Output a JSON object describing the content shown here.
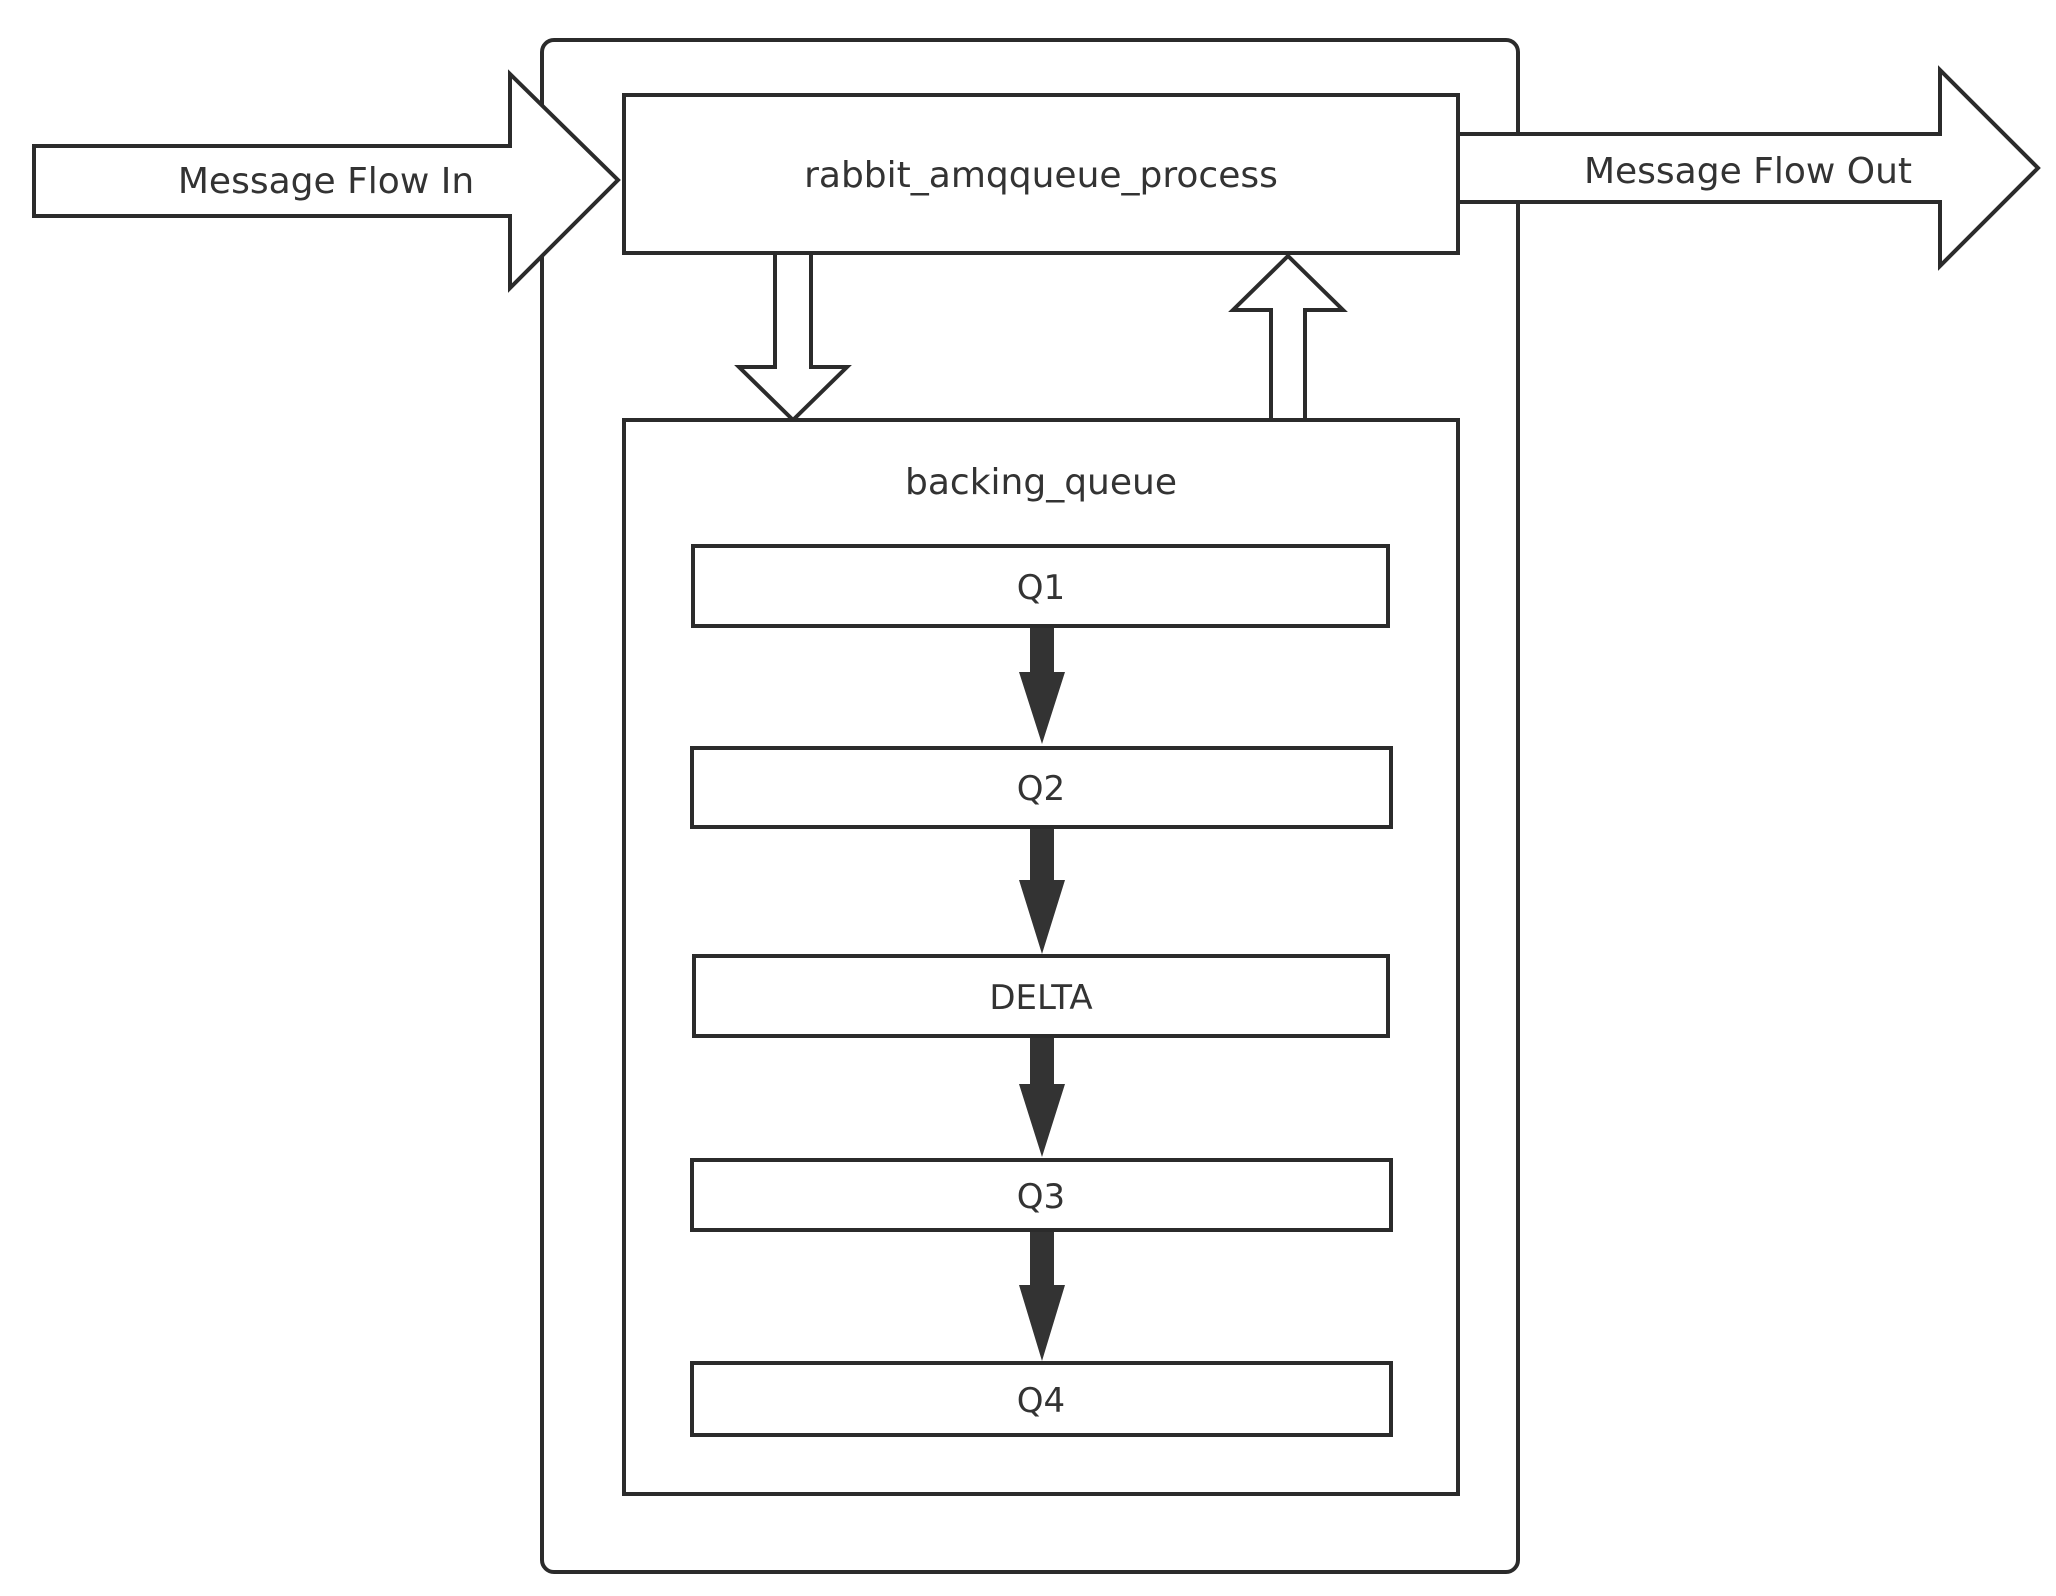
{
  "diagram": {
    "flow_in_label": "Message Flow In",
    "flow_out_label": "Message Flow Out",
    "process_label": "rabbit_amqqueue_process",
    "backing_queue_label": "backing_queue",
    "queues": [
      {
        "label": "Q1"
      },
      {
        "label": "Q2"
      },
      {
        "label": "DELTA"
      },
      {
        "label": "Q3"
      },
      {
        "label": "Q4"
      }
    ]
  },
  "colors": {
    "stroke": "#2b2b2b",
    "text": "#333333",
    "solid_arrow": "#333333",
    "background": "#ffffff"
  }
}
